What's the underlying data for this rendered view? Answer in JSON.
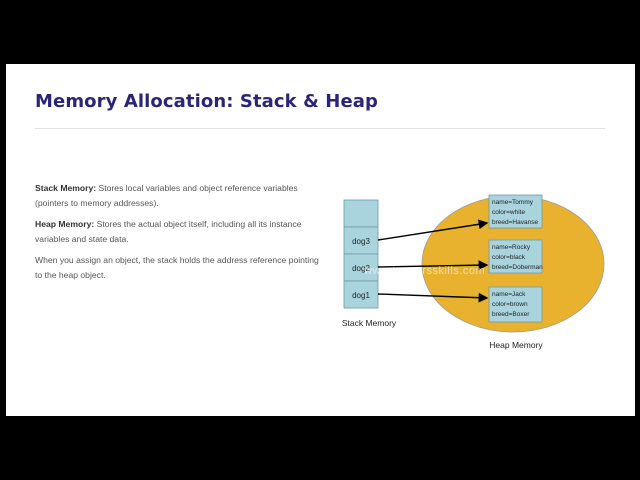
{
  "slide": {
    "title": "Memory Allocation: Stack & Heap",
    "paragraphs": [
      {
        "term": "Stack Memory:",
        "text": " Stores local variables and object reference variables (pointers to memory addresses)."
      },
      {
        "term": "Heap Memory:",
        "text": " Stores the actual object itself, including all its instance variables and state data."
      },
      {
        "term": "",
        "text": "When you assign an object, the stack holds the address reference pointing to the heap object."
      }
    ]
  },
  "diagram": {
    "stack_label": "Stack Memory",
    "heap_label": "Heap Memory",
    "stack_cells": [
      "",
      "dog3",
      "dog2",
      "dog1"
    ],
    "objects": [
      {
        "lines": [
          "name=Tommy",
          "color=white",
          "breed=Havanse"
        ]
      },
      {
        "lines": [
          "name=Rocky",
          "color=black",
          "breed=Doberman"
        ]
      },
      {
        "lines": [
          "name=Jack",
          "color=brown",
          "breed=Boxer"
        ]
      }
    ],
    "watermark": "www.toppersskills.com",
    "colors": {
      "stack_fill": "#a9d4de",
      "heap_fill": "#e8b22e",
      "object_fill": "#a9d4de",
      "title": "#2a2577"
    }
  }
}
